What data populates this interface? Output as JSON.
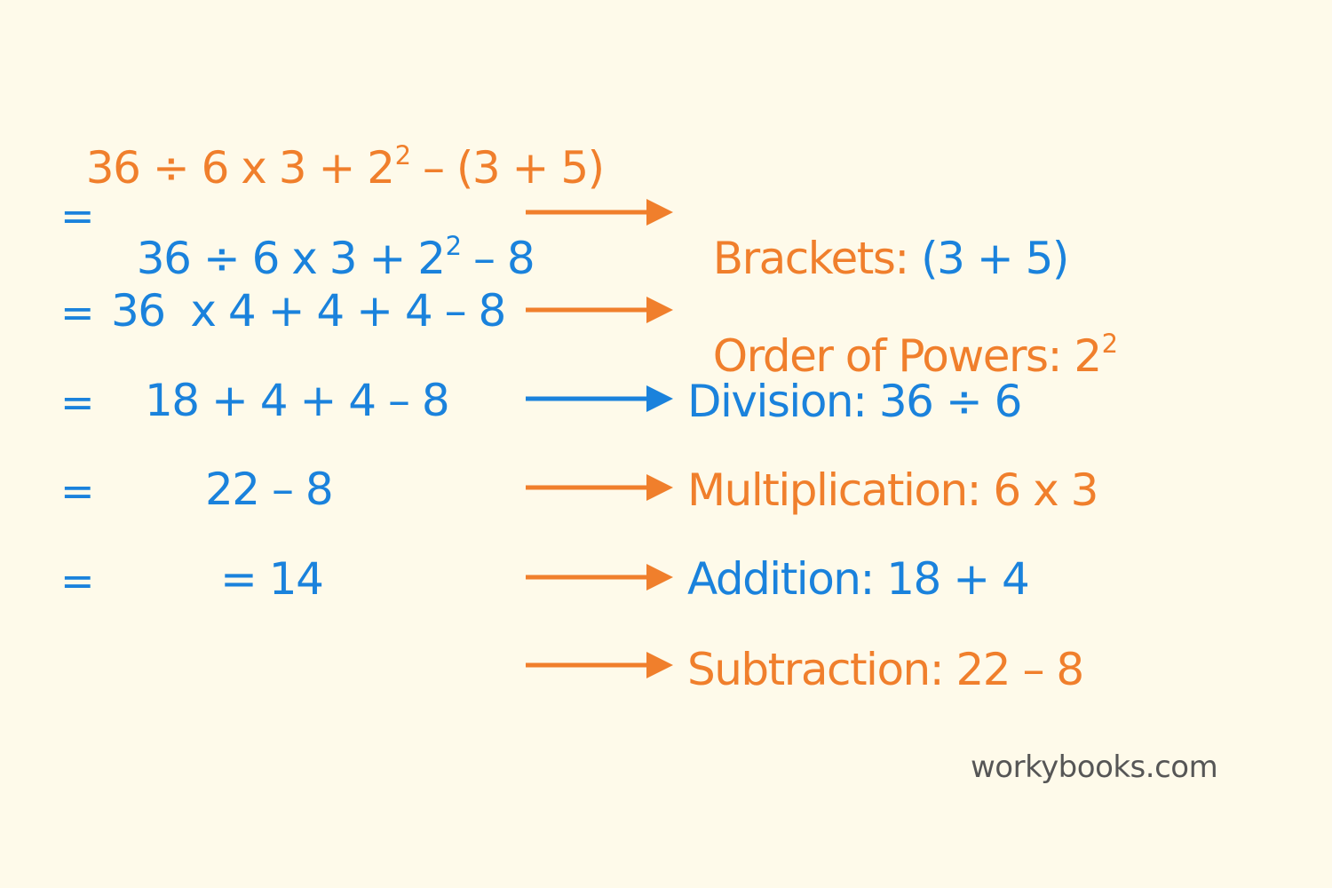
{
  "title_expression": {
    "before_power": "36 ÷ 6 x 3 + 2",
    "power": "2",
    "after_power": " – (3 + 5)"
  },
  "steps": [
    {
      "equals": "=",
      "expression_before": "36 ÷ 6 x 3 + 2",
      "expression_power": "2",
      "expression_after": " – 8"
    },
    {
      "equals": "=",
      "expression": "36  x 4 + 4 + 4 – 8"
    },
    {
      "equals": "=",
      "expression": "18 + 4 + 4 – 8"
    },
    {
      "equals": "=",
      "expression": "22 – 8"
    },
    {
      "equals": "=",
      "expression": "= 14"
    }
  ],
  "annotations": [
    {
      "label": "Brackets: ",
      "detail": "(3 + 5)",
      "arrow_color": "#F07F2C"
    },
    {
      "label": "Order of Powers: 2",
      "power": "2",
      "arrow_color": "#F07F2C"
    },
    {
      "label": "Division: 36 ÷ 6",
      "arrow_color": "#1A82DC"
    },
    {
      "label": "Multiplication: 6 x 3",
      "arrow_color": "#F07F2C"
    },
    {
      "label": "Addition: 18 + 4",
      "arrow_color": "#F07F2C"
    },
    {
      "label": "Subtraction: 22 – 8",
      "arrow_color": "#F07F2C"
    }
  ],
  "watermark": "workybooks.com",
  "colors": {
    "background": "#FEFAEA",
    "orange": "#F07F2C",
    "blue": "#1A82DC",
    "gray": "#565656"
  }
}
